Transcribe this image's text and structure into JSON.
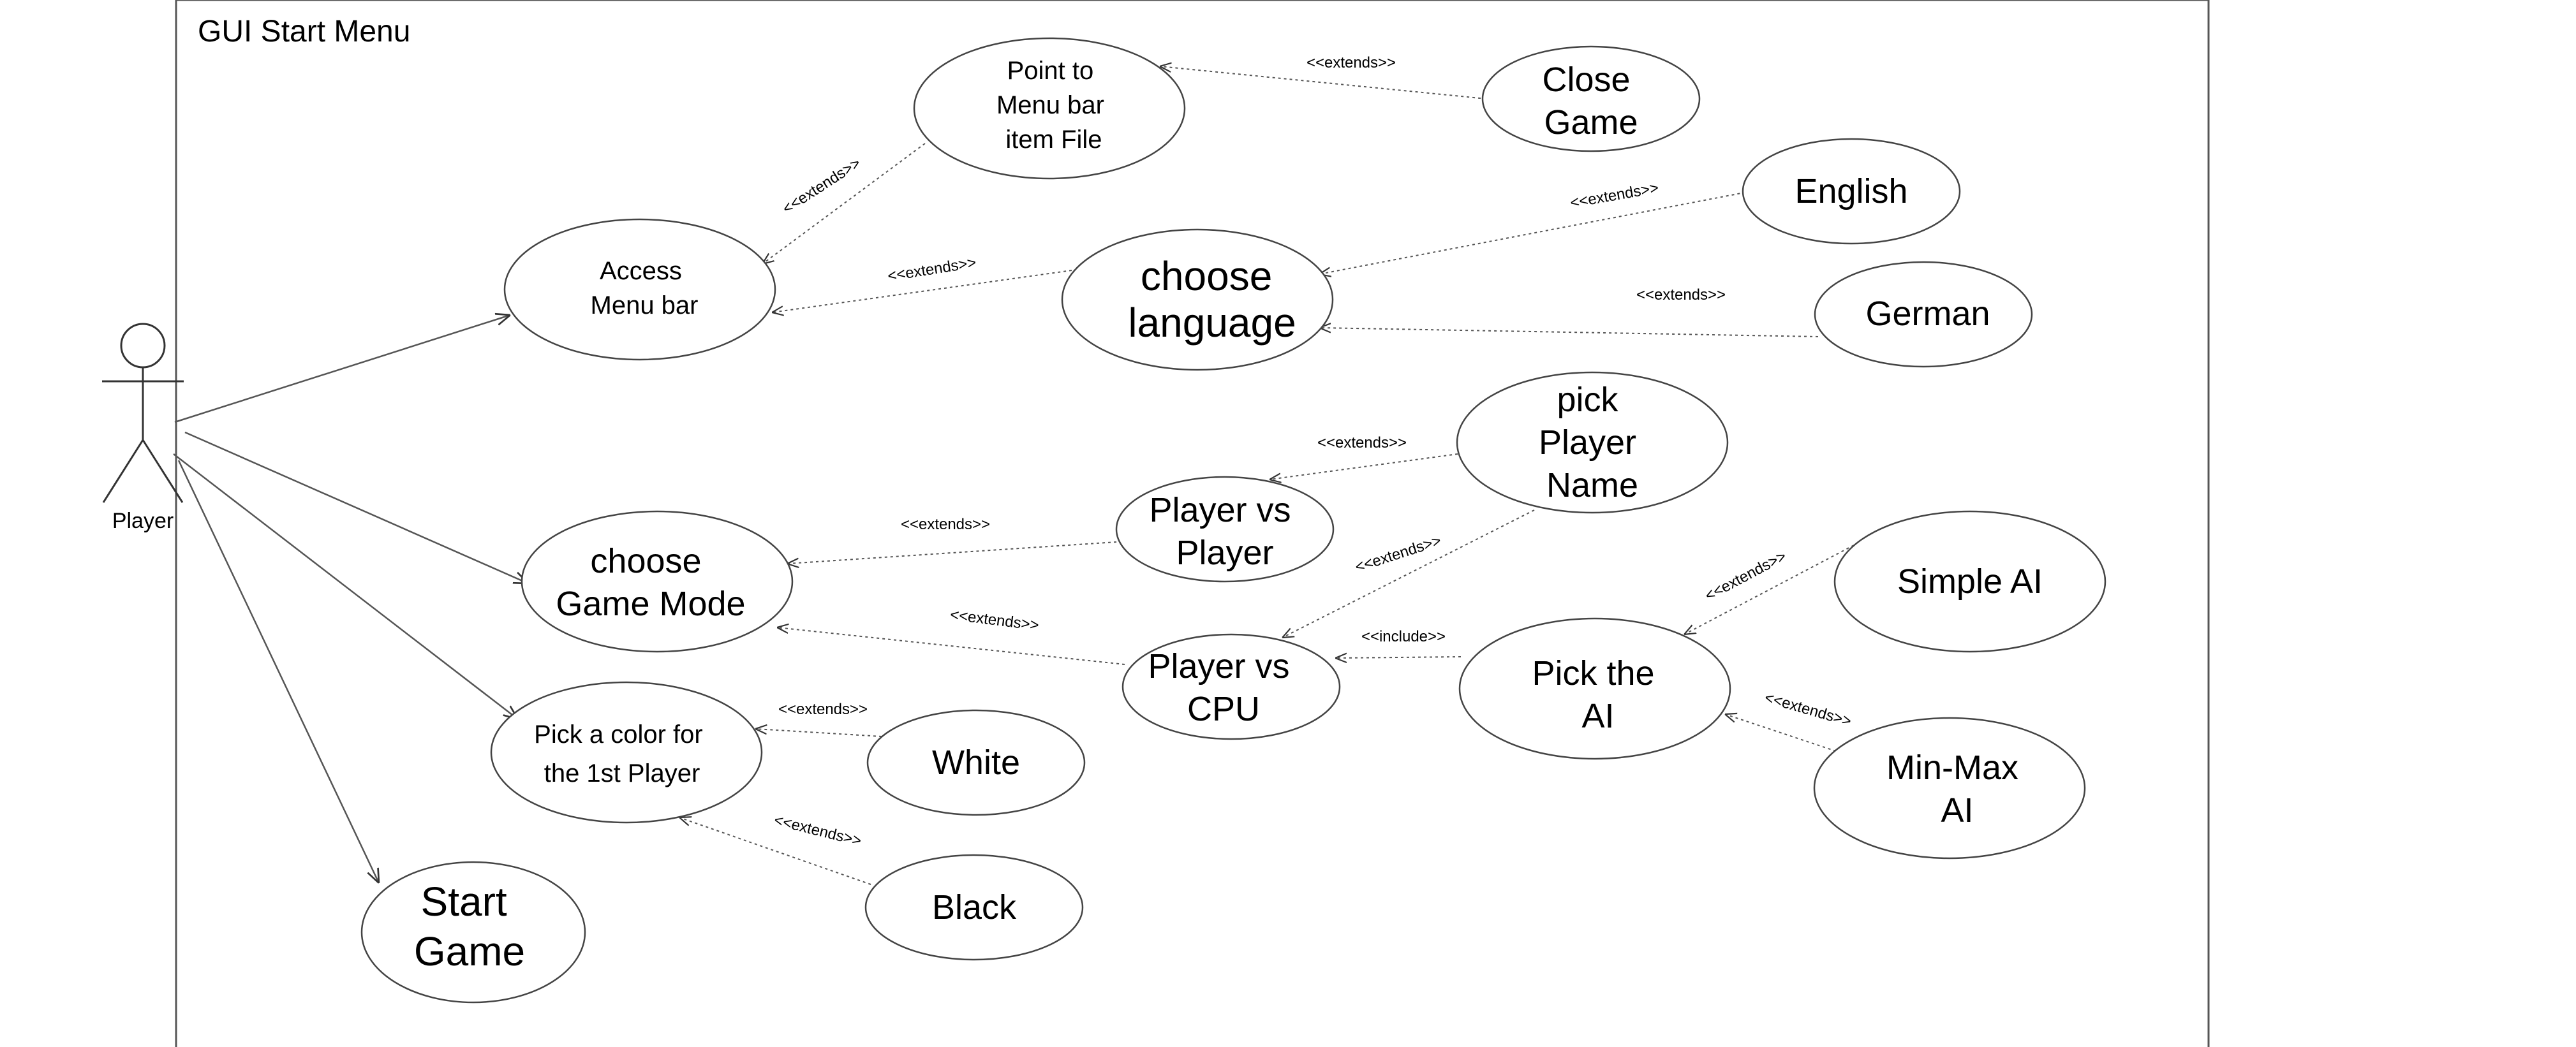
{
  "system": {
    "title": "GUI Start Menu"
  },
  "actor": {
    "name": "Player"
  },
  "use_cases": {
    "point_menu": [
      "Point to",
      "Menu bar",
      "item File"
    ],
    "close_game": [
      "Close",
      "Game"
    ],
    "access_menu": [
      "Access",
      "Menu bar"
    ],
    "choose_language": [
      "choose",
      "language"
    ],
    "english": [
      "English"
    ],
    "german": [
      "German"
    ],
    "pick_name": [
      "pick",
      "Player",
      "Name"
    ],
    "pvp": [
      "Player vs",
      "Player"
    ],
    "choose_mode": [
      "choose",
      "Game Mode"
    ],
    "pvc": [
      "Player vs",
      "CPU"
    ],
    "pick_ai": [
      "Pick the",
      "AI"
    ],
    "simple_ai": [
      "Simple AI"
    ],
    "minmax_ai": [
      "Min-Max",
      "AI"
    ],
    "pick_color": [
      "Pick a color for",
      "the 1st Player"
    ],
    "white": [
      "White"
    ],
    "black": [
      "Black"
    ],
    "start_game": [
      "Start",
      "Game"
    ]
  },
  "relations": {
    "extends": "<<extends>>",
    "include": "<<include>>"
  }
}
